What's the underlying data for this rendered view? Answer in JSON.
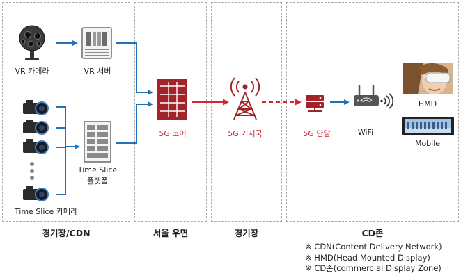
{
  "zones": [
    {
      "title": "경기장/CDN"
    },
    {
      "title": "서울 우면"
    },
    {
      "title": "경기장"
    },
    {
      "title": "CD존"
    }
  ],
  "nodes": {
    "vr_camera": "VR 카메라",
    "vr_server": "VR 서버",
    "time_slice_platform_line1": "Time Slice",
    "time_slice_platform_line2": "플랫폼",
    "time_slice_camera": "Time Slice 카메라",
    "core_5g": "5G 코어",
    "base_station_5g": "5G 기지국",
    "terminal_5g": "5G 단말",
    "wifi": "WiFi",
    "hmd": "HMD",
    "mobile": "Mobile"
  },
  "notes": [
    "※ CDN(Content Delivery Network)",
    "※ HMD(Head Mounted Display)",
    "※ CD존(commercial Display Zone)"
  ],
  "colors": {
    "blue_arrow": "#1f72b8",
    "red_arrow": "#d9262e",
    "red_icon": "#a3232a",
    "gray_icon": "#6c6c6c"
  }
}
